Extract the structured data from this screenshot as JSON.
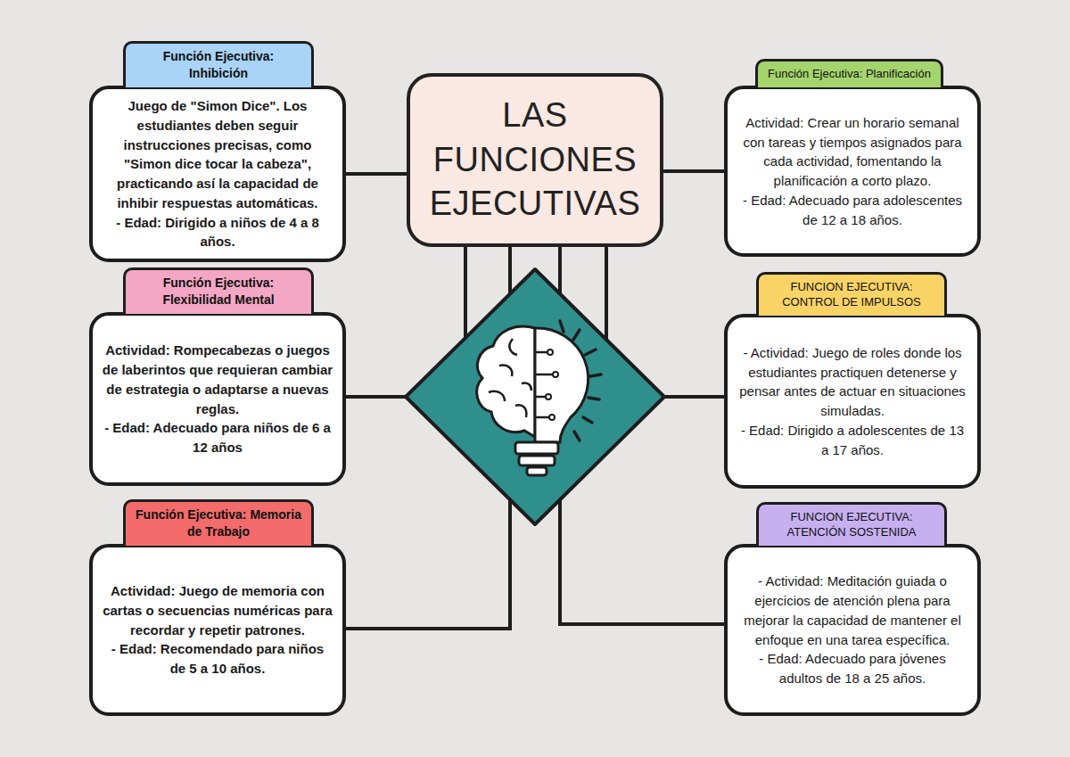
{
  "diagram": {
    "nodes": [
      {
        "text": [
          "LAS FUNCIONES EJECUTIVAS"
        ]
      },
      {
        "text": [
          "Función Ejecutiva: Inhibición",
          "Juego de \"Simon Dice\". Los estudiantes deben seguir instrucciones precisas, como \"Simon dice tocar la cabeza\", practicando así la capacidad de inhibir respuestas automáticas.",
          "- Edad: Dirigido a niños de 4 a 8 años."
        ]
      },
      {
        "text": [
          "Función Ejecutiva: Planificación",
          "Actividad: Crear un horario semanal con tareas y tiempos asignados para cada actividad, fomentando la planificación a corto plazo.",
          "- Edad: Adecuado para adolescentes de 12 a 18 años."
        ]
      },
      {
        "text": [
          "Función Ejecutiva: Flexibilidad Mental",
          "Actividad: Rompecabezas o juegos de laberintos que requieran cambiar de estrategia o adaptarse a nuevas reglas.",
          "- Edad: Adecuado para niños de 6 a 12 años"
        ]
      },
      {
        "text": [
          "FUNCION EJECUTIVA: CONTROL DE IMPULSOS",
          "- Actividad: Juego de roles donde los estudiantes practiquen detenerse y pensar antes de actuar en situaciones simuladas.",
          "- Edad: Dirigido a adolescentes de 13 a 17 años."
        ]
      },
      {
        "text": [
          "Función Ejecutiva: Memoria de Trabajo",
          "Actividad: Juego de memoria con cartas o secuencias numéricas para recordar y repetir patrones.",
          "- Edad: Recomendado para niños de 5 a 10 años."
        ]
      },
      {
        "text": [
          "FUNCION EJECUTIVA: ATENCIÓN SOSTENIDA",
          "- Actividad: Meditación guiada o ejercicios de atención plena para mejorar la capacidad de mantener el enfoque en una tarea específica.",
          "- Edad: Adecuado para jóvenes adultos de 18 a 25 años."
        ]
      }
    ],
    "edges": [
      {
        "from": 0,
        "to": 1,
        "arrow": "none"
      },
      {
        "from": 0,
        "to": 2,
        "arrow": "none"
      },
      {
        "from": 0,
        "to": 3,
        "arrow": "none"
      },
      {
        "from": 0,
        "to": 4,
        "arrow": "none"
      },
      {
        "from": 0,
        "to": 5,
        "arrow": "none"
      },
      {
        "from": 0,
        "to": 6,
        "arrow": "none"
      }
    ]
  }
}
